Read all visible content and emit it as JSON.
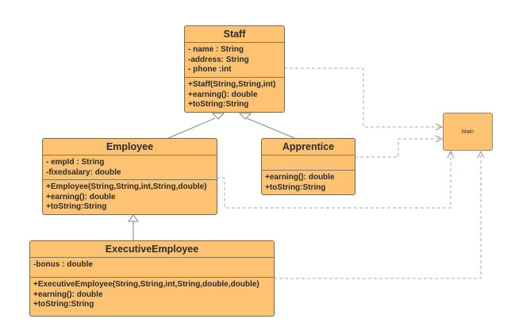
{
  "diagram": {
    "type": "uml-class-diagram",
    "fill_color": "#fdc373",
    "classes": {
      "staff": {
        "name": "Staff",
        "attributes": [
          "- name : String",
          "-address: String",
          "- phone :int"
        ],
        "methods": [
          "+Staff(String,String,int)",
          "+earning(): double",
          "+toString:String"
        ]
      },
      "employee": {
        "name": "Employee",
        "attributes": [
          "- empId : String",
          "-fixedsalary: double"
        ],
        "methods": [
          "+Employee(String,String,int,String,double)",
          "+earning(): double",
          "+toString:String"
        ]
      },
      "apprentice": {
        "name": "Apprentice",
        "attributes": [],
        "methods": [
          "+earning(): double",
          "+toString:String"
        ]
      },
      "executive": {
        "name": "ExecutiveEmployee",
        "attributes": [
          "-bonus : double"
        ],
        "methods": [
          "+ExecutiveEmployee(String,String,int,String,double,double)",
          "+earning(): double",
          "+toString:String"
        ]
      },
      "main": {
        "name": "Main"
      }
    },
    "relations": [
      {
        "from": "Employee",
        "to": "Staff",
        "kind": "generalization"
      },
      {
        "from": "Apprentice",
        "to": "Staff",
        "kind": "generalization"
      },
      {
        "from": "ExecutiveEmployee",
        "to": "Employee",
        "kind": "generalization"
      },
      {
        "from": "Staff",
        "to": "Main",
        "kind": "dependency"
      },
      {
        "from": "Apprentice",
        "to": "Main",
        "kind": "dependency"
      },
      {
        "from": "Employee",
        "to": "Main",
        "kind": "dependency"
      },
      {
        "from": "ExecutiveEmployee",
        "to": "Main",
        "kind": "dependency"
      }
    ]
  }
}
